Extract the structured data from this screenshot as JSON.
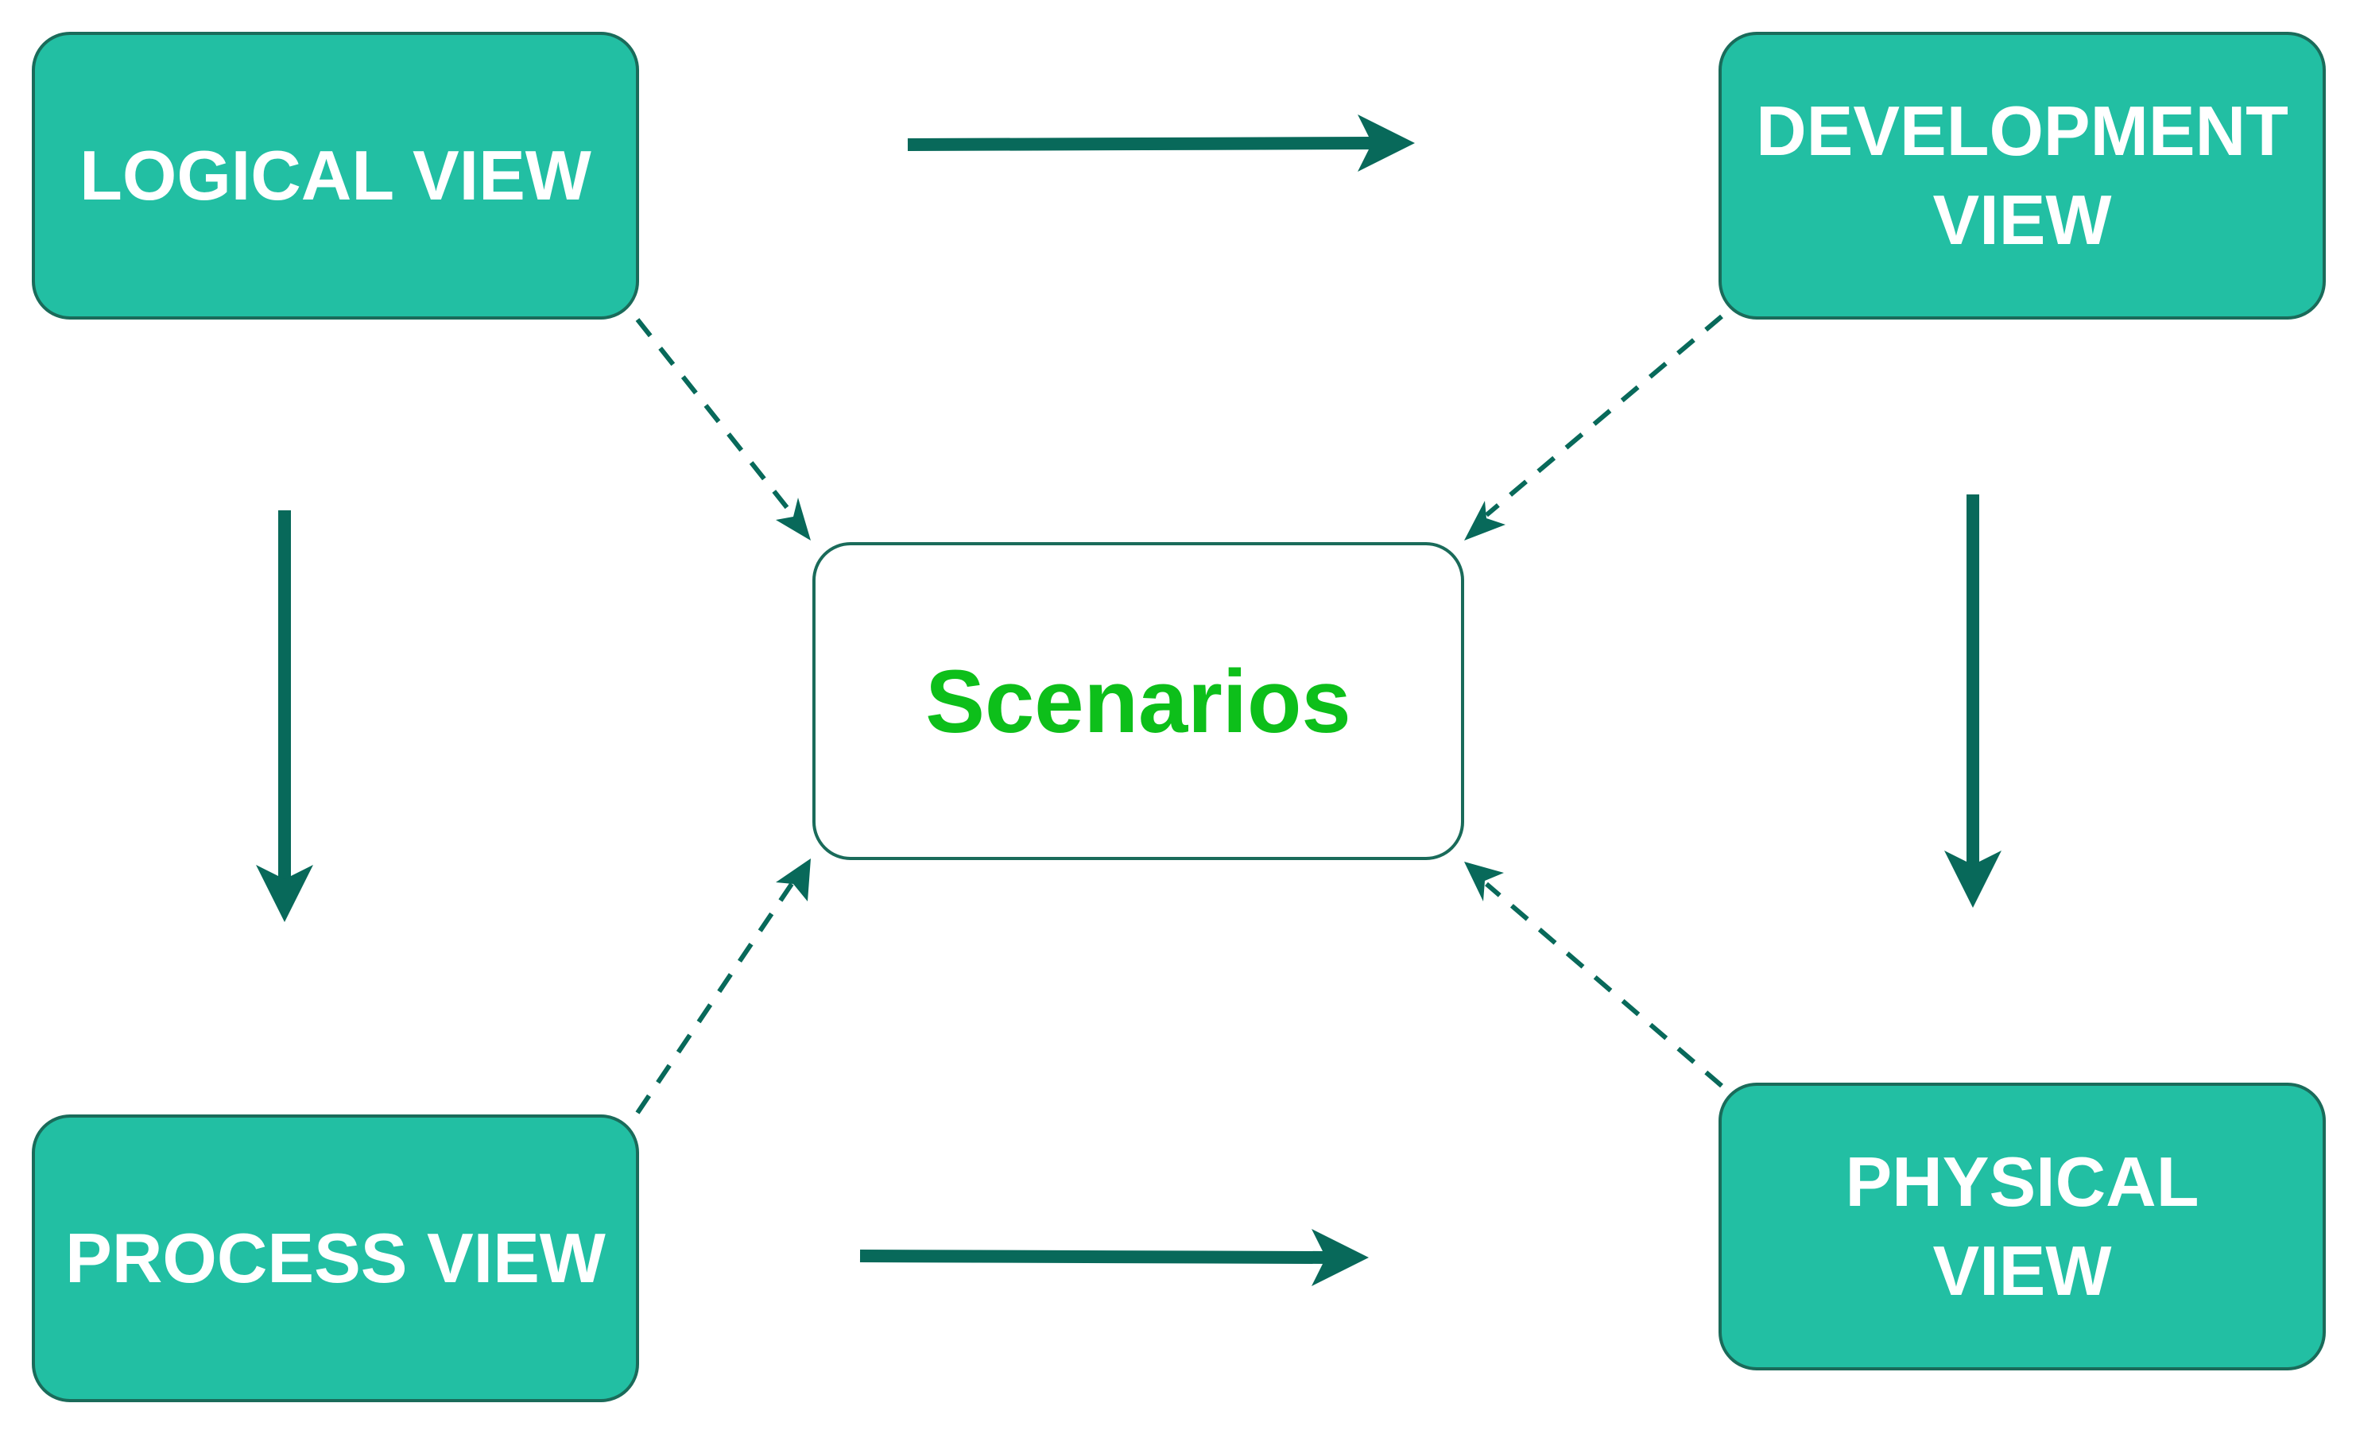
{
  "diagram": {
    "nodes": {
      "logical": {
        "lines": [
          "LOGICAL VIEW"
        ]
      },
      "development": {
        "lines": [
          "DEVELOPMENT",
          "VIEW"
        ]
      },
      "process": {
        "lines": [
          "PROCESS VIEW"
        ]
      },
      "physical": {
        "lines": [
          "PHYSICAL",
          "VIEW"
        ]
      },
      "center": {
        "label": "Scenarios"
      }
    },
    "colors": {
      "box_fill": "#22bfa3",
      "box_border": "#1a6b5a",
      "arrow": "#08695a",
      "center_text": "#0dbf1a",
      "label_text": "#ffffff"
    },
    "edges": [
      {
        "from": "logical",
        "to": "development",
        "style": "solid"
      },
      {
        "from": "logical",
        "to": "process",
        "style": "solid"
      },
      {
        "from": "development",
        "to": "physical",
        "style": "solid"
      },
      {
        "from": "process",
        "to": "physical",
        "style": "solid"
      },
      {
        "from": "logical",
        "to": "center",
        "style": "dashed"
      },
      {
        "from": "development",
        "to": "center",
        "style": "dashed"
      },
      {
        "from": "process",
        "to": "center",
        "style": "dashed"
      },
      {
        "from": "physical",
        "to": "center",
        "style": "dashed"
      }
    ]
  }
}
